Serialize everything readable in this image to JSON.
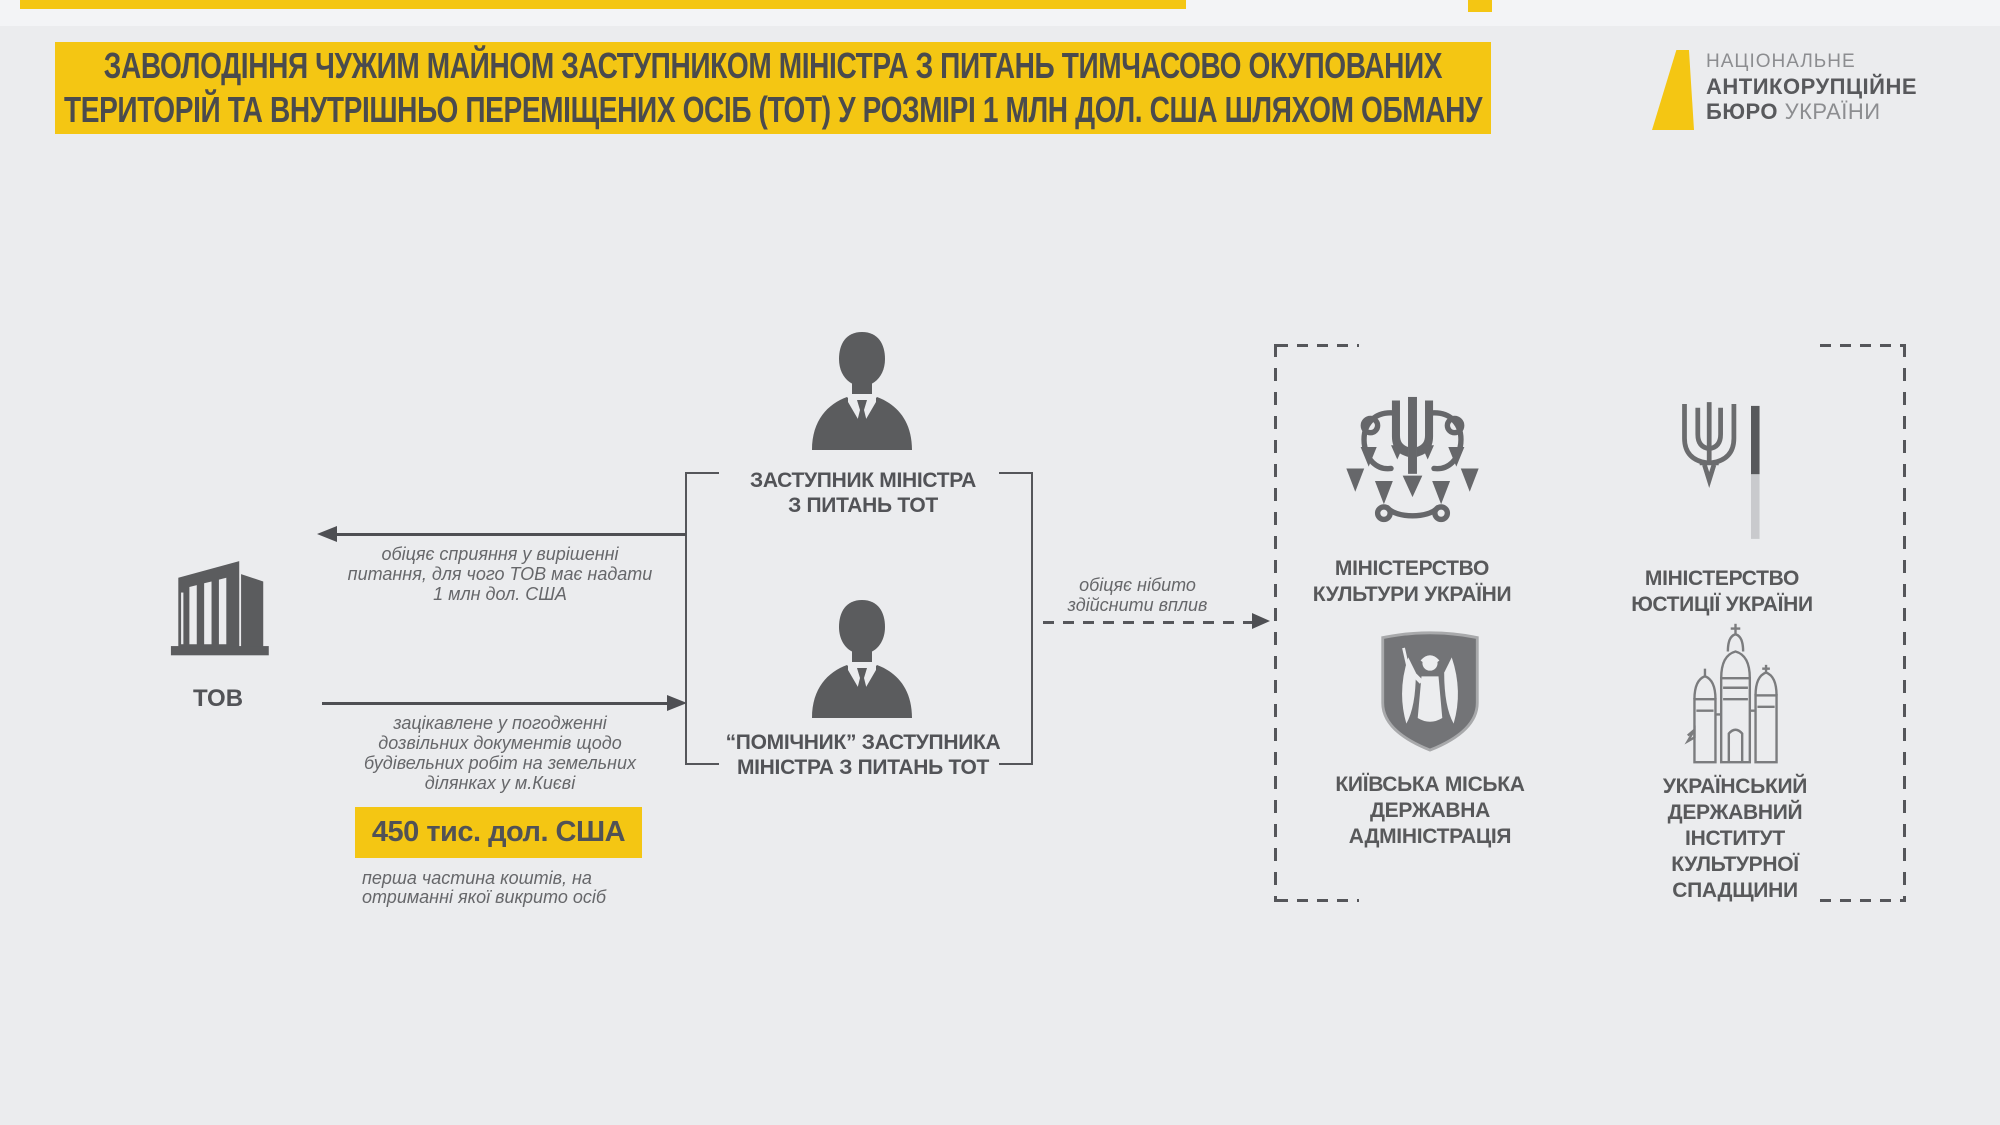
{
  "page": {
    "background": "#EBECEE"
  },
  "colors": {
    "yellow": "#F4C613",
    "title_text": "#4A4B4D",
    "icon_gray": "#5B5C5E",
    "emblem_gray": "#6B6C6E",
    "line": "#4E4F53",
    "italic_text": "#66676A",
    "label_text": "#525357"
  },
  "header": {
    "title_line1": "ЗАВОЛОДІННЯ ЧУЖИМ МАЙНОМ ЗАСТУПНИКОМ МІНІСТРА З ПИТАНЬ ТИМЧАСОВО ОКУПОВАНИХ",
    "title_line2": "ТЕРИТОРІЙ ТА ВНУТРІШНЬО ПЕРЕМІЩЕНИХ ОСІБ (ТОТ) У РОЗМІРІ 1 МЛН ДОЛ. США ШЛЯХОМ ОБМАНУ",
    "logo": {
      "line1": "НАЦІОНАЛЬНЕ",
      "line2": "АНТИКОРУПЦІЙНЕ",
      "line3_bold": "БЮРО",
      "line3_light": "УКРАЇНИ",
      "mark": "yellow-wedge"
    }
  },
  "main": {
    "tov_label": "ТОВ",
    "tov_icon": "office-building",
    "persons": [
      {
        "icon": "businessman-silhouette",
        "lines": [
          "ЗАСТУПНИК МІНІСТРА",
          "З ПИТАНЬ ТОТ"
        ]
      },
      {
        "icon": "businessman-silhouette",
        "lines": [
          "“ПОМІЧНИК” ЗАСТУПНИКА",
          "МІНІСТРА З ПИТАНЬ ТОТ"
        ]
      }
    ],
    "arrows": {
      "promise": {
        "direction": "left",
        "style": "solid",
        "lines": [
          "обіцяє сприяння у вирішенні",
          "питання, для чого ТОВ має надати",
          "1 млн дол. США"
        ]
      },
      "interest": {
        "direction": "right",
        "style": "solid",
        "lines": [
          "зацікавлене у погодженні",
          "дозвільних документів щодо",
          "будівельних робіт на земельних",
          "ділянках у м.Києві"
        ]
      },
      "influence": {
        "direction": "right",
        "style": "dashed",
        "lines": [
          "обіцяє нібито",
          "здійснити  вплив"
        ]
      }
    },
    "money": {
      "amount": "450 тис. дол. США",
      "caption": [
        "перша частина коштів, на",
        "отриманні якої викрито осіб"
      ]
    },
    "institutions": [
      {
        "icon": "ornate-trident-emblem",
        "name_lines": [
          "МІНІСТЕРСТВО",
          "КУЛЬТУРИ УКРАЇНИ"
        ]
      },
      {
        "icon": "trident-with-bar-emblem",
        "name_lines": [
          "МІНІСТЕРСТВО",
          "ЮСТИЦІЇ УКРАЇНИ"
        ]
      },
      {
        "icon": "archangel-shield-emblem",
        "name_lines": [
          "КИЇВСЬКА МІСЬКА",
          "ДЕРЖАВНА",
          "АДМІНІСТРАЦІЯ"
        ]
      },
      {
        "icon": "baroque-church-sketch",
        "name_lines": [
          "УКРАЇНСЬКИЙ",
          "ДЕРЖАВНИЙ ІНСТИТУТ",
          "КУЛЬТУРНОЇ СПАДЩИНИ"
        ]
      }
    ]
  }
}
